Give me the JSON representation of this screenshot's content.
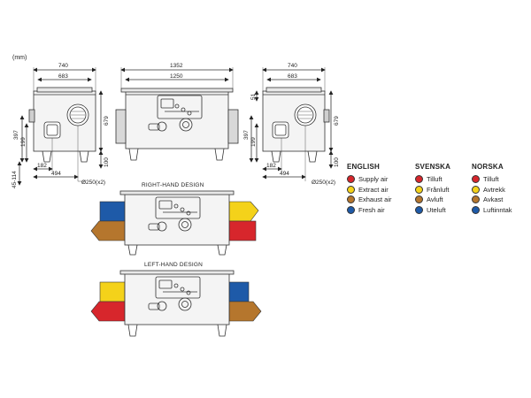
{
  "units": "(mm)",
  "front_view_left": {
    "width_total": "740",
    "width_inner": "683",
    "height_total": "679",
    "height_outlet": "397",
    "height_inlet": "199",
    "feet": "45-114",
    "offset_182": "182",
    "offset_494": "494",
    "duct": "Ø250(x2)",
    "base": "100"
  },
  "side_view": {
    "length_total": "1352",
    "length_inner": "1250"
  },
  "front_view_right": {
    "width_total": "740",
    "width_inner": "683",
    "top_offset": "51",
    "height_total": "679",
    "height_outlet": "397",
    "height_inlet": "199",
    "offset_182": "182",
    "offset_494": "494",
    "duct": "Ø250(x2)",
    "base": "100"
  },
  "designs": {
    "right_hand": "RIGHT-HAND DESIGN",
    "left_hand": "LEFT-HAND DESIGN"
  },
  "colors": {
    "supply": "#d7262c",
    "extract": "#f4d21a",
    "exhaust": "#b5762d",
    "fresh": "#1e5aa8"
  },
  "legend": [
    {
      "title": "ENGLISH",
      "items": [
        "Supply air",
        "Extract air",
        "Exhaust air",
        "Fresh air"
      ]
    },
    {
      "title": "SVENSKA",
      "items": [
        "Tilluft",
        "Frånluft",
        "Avluft",
        "Uteluft"
      ]
    },
    {
      "title": "NORSKA",
      "items": [
        "Tilluft",
        "Avtrekk",
        "Avkast",
        "Luftinntak"
      ]
    }
  ]
}
